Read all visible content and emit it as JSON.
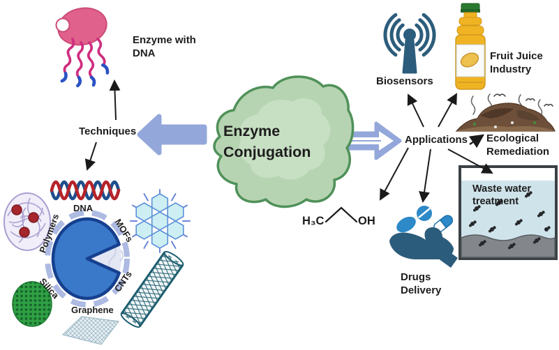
{
  "labels": {
    "enzyme_with_dna": {
      "line1": "Enzyme with",
      "line2": "DNA"
    },
    "techniques": "Techniques",
    "center": {
      "line1": "Enzyme",
      "line2": "Conjugation"
    },
    "applications": "Applications",
    "biosensors": "Biosensors",
    "fruit_juice": {
      "line1": "Fruit Juice",
      "line2": "Industry"
    },
    "ecological": {
      "line1": "Ecological",
      "line2": "Remediation"
    },
    "waste_water": {
      "line1": "Waste water",
      "line2": "treatment"
    },
    "drugs": {
      "line1": "Drugs",
      "line2": "Delivery"
    },
    "materials": {
      "dna": "DNA",
      "mofs": "MOFs",
      "cnts": "CNTs",
      "graphene": "Graphene",
      "silica": "Silica",
      "polymers": "Polymers"
    },
    "ethanol": {
      "h3c": "H₃C",
      "oh": "OH"
    }
  },
  "icons": {
    "enzyme-dna-icon": "pink enzyme blob with wavy DNA strands, blue tips",
    "dna-helix-icon": "red and blue double helix",
    "polymer-sphere-icon": "purple mesh sphere with red beads",
    "mof-icon": "cyan hexagon cluster with ligand sticks",
    "silica-icon": "green dotted sphere",
    "cnt-icon": "carbon nanotube hexagonal mesh tube",
    "graphene-icon": "meshed graphene sheet",
    "enzyme-core-icon": "blue pac-man circle with dashed ring",
    "left-arrow-icon": "solid periwinkle arrow pointing left",
    "right-arrow-icon": "outlined periwinkle arrow pointing right",
    "biosensor-icon": "antenna with radiating signal waves",
    "juice-bottle-icon": "yellow juice bottle, green cap, mango label",
    "compost-icon": "compost pile with steam and birds",
    "water-tank-icon": "tank of water with dark particles and sediment",
    "hand-pills-icon": "hand holding pills and capsule",
    "ethanol-structure-icon": "H3C-OH skeletal formula"
  },
  "colors": {
    "accent_arrow": "#93a7da",
    "blob_fill": "#b7d4b2",
    "blob_stroke": "#4f9159",
    "enzyme_pink": "#e0618b",
    "strand_pink": "#cf2d7f",
    "strand_tip_blue": "#2b52c4",
    "core_blue": "#3a78c9",
    "core_stroke": "#16408e",
    "ring_blue": "#adbae2",
    "dna_red": "#b5242a",
    "dna_blue": "#1e4e8c",
    "mof_fill": "#cdeff3",
    "mof_stroke": "#5b8fd8",
    "silica_green": "#2fa044",
    "cnt_teal": "#1d5d6e",
    "graphene_gray": "#9db8c4",
    "polymer_purple": "#a89dd0",
    "polymer_ball_red": "#a5262c",
    "steel_blue": "#2c5d7c",
    "pill_blue": "#2d89c8",
    "juice_yellow": "#f0b323",
    "cap_green": "#2a7a31",
    "compost_brown": "#6e4f39",
    "water_blue": "#cfe3eb",
    "sediment_gray": "#83878b",
    "text": "#1d1d1d"
  }
}
